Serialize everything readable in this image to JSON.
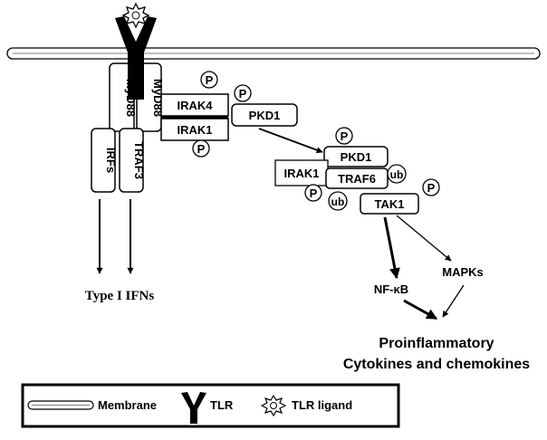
{
  "nodes": {
    "myd88_left": "MyD88",
    "myd88_right": "MyD88",
    "irak4": "IRAK4",
    "irak1_top": "IRAK1",
    "pkd1_top": "PKD1",
    "irfs": "IRFs",
    "traf3": "TRAF3",
    "pkd1_complex": "PKD1",
    "irak1_complex": "IRAK1",
    "traf6": "TRAF6",
    "tak1": "TAK1",
    "nfkb": "NF-κB",
    "mapks": "MAPKs"
  },
  "modifications": {
    "phospho": "P",
    "ubiquitin": "ub"
  },
  "outputs": {
    "type1_ifns": "Type I IFNs",
    "proinflammatory_line1": "Proinflammatory",
    "proinflammatory_line2": "Cytokines and chemokines"
  },
  "legend": {
    "membrane": "Membrane",
    "tlr": "TLR",
    "tlr_ligand": "TLR ligand"
  }
}
